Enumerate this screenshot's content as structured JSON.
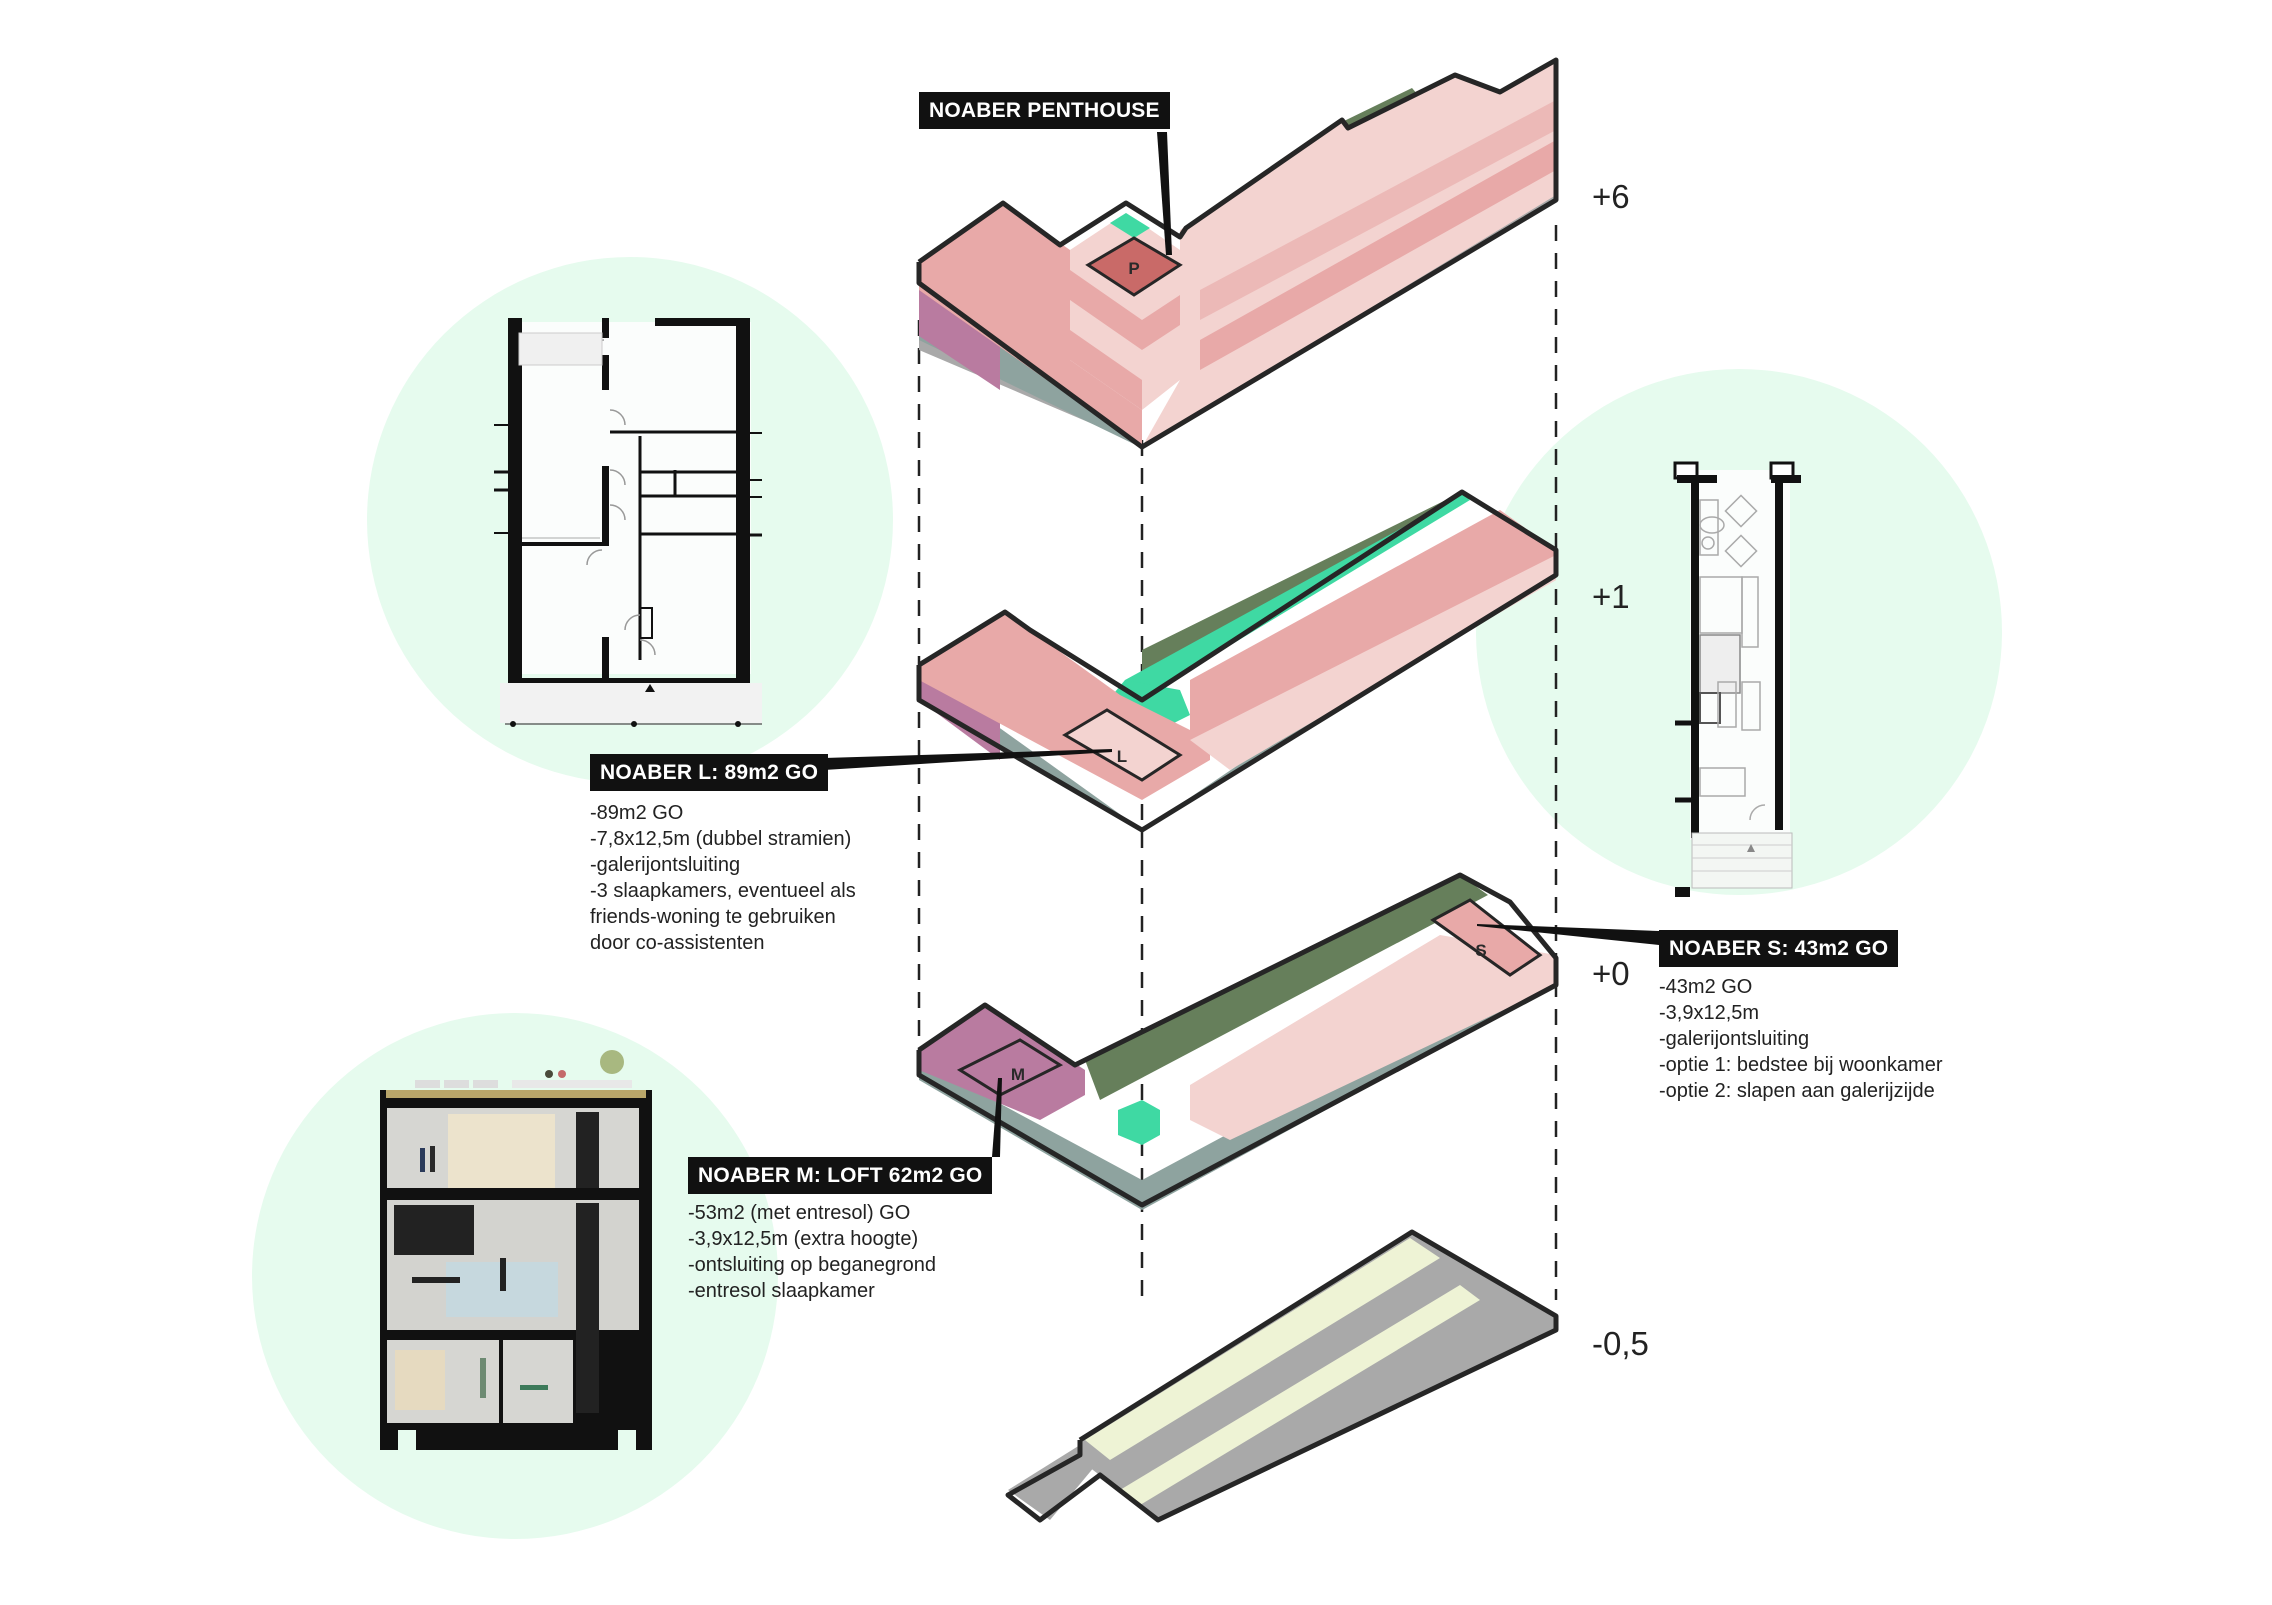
{
  "levels": [
    {
      "id": "level-plus-6",
      "label": "+6"
    },
    {
      "id": "level-plus-1",
      "label": "+1"
    },
    {
      "id": "level-plus-0",
      "label": "+0"
    },
    {
      "id": "level-minus-0-5",
      "label": "-0,5"
    }
  ],
  "units": {
    "penthouse": {
      "title": "NOABER PENTHOUSE",
      "marker": "P"
    },
    "large": {
      "title": "NOABER L: 89m2 GO",
      "marker": "L",
      "details": [
        "-89m2 GO",
        "-7,8x12,5m (dubbel stramien)",
        "-galerijontsluiting",
        "-3 slaapkamers, eventueel als",
        "friends-woning te gebruiken",
        "door co-assistenten"
      ]
    },
    "small": {
      "title": "NOABER S: 43m2 GO",
      "marker": "S",
      "details": [
        "-43m2 GO",
        "-3,9x12,5m",
        "-galerijontsluiting",
        "-optie 1: bedstee bij woonkamer",
        "-optie 2: slapen aan galerijzijde"
      ]
    },
    "medium": {
      "title": "NOABER M: LOFT 62m2 GO",
      "marker": "M",
      "details": [
        "-53m2 (met entresol) GO",
        "-3,9x12,5m (extra hoogte)",
        "-ontsluiting op beganegrond",
        "-entresol slaapkamer"
      ]
    }
  },
  "colors": {
    "circle_bg": "#e6fbee",
    "pink_light": "#f3d3d0",
    "pink": "#e8a9a8",
    "pink_dark": "#c96a68",
    "magenta": "#b97ba0",
    "green_dark": "#667f5b",
    "green_bright": "#3fd9a3",
    "grey": "#a9a9a9",
    "teal_grey": "#8ea39f",
    "parking_yellow": "#eef3d5",
    "outline": "#262626",
    "callout_bg": "#111111"
  }
}
